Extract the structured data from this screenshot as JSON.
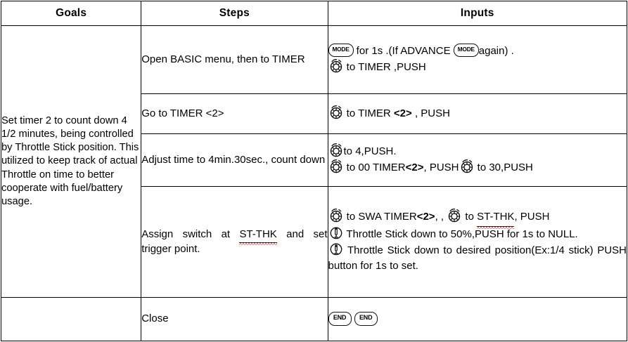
{
  "table": {
    "headers": [
      "Goals",
      "Steps",
      "Inputs"
    ],
    "goal": "  Set timer 2 to count down 4 1/2 minutes, being controlled by Throttle Stick position. This utilized to keep track of actual Throttle on time to better cooperate with fuel/battery usage.",
    "rows": [
      {
        "step": "Open BASIC menu, then to TIMER",
        "input_lines": [
          {
            "segments": [
              {
                "type": "icon",
                "name": "mode-button-icon",
                "label": "MODE"
              },
              {
                "type": "text",
                "text": "  for 1s .(If ADVANCE  "
              },
              {
                "type": "icon",
                "name": "mode-button-icon",
                "label": "MODE"
              },
              {
                "type": "text",
                "text": "again) ."
              }
            ]
          },
          {
            "segments": [
              {
                "type": "icon",
                "name": "rotary-dial-icon",
                "label": ""
              },
              {
                "type": "text",
                "text": " to TIMER ,PUSH"
              }
            ]
          }
        ]
      },
      {
        "step": "Go to TIMER <2>",
        "input_lines": [
          {
            "segments": [
              {
                "type": "icon",
                "name": "rotary-dial-icon",
                "label": ""
              },
              {
                "type": "text",
                "text": " to TIMER "
              },
              {
                "type": "bold",
                "text": "<2>"
              },
              {
                "type": "text",
                "text": " ,   PUSH"
              }
            ]
          }
        ]
      },
      {
        "step": "Adjust time to 4min.30sec., count down",
        "input_lines": [
          {
            "segments": [
              {
                "type": "icon",
                "name": "rotary-dial-icon",
                "label": ""
              },
              {
                "type": "text",
                "text": "to 4,PUSH."
              }
            ]
          },
          {
            "segments": [
              {
                "type": "icon",
                "name": "rotary-dial-icon",
                "label": ""
              },
              {
                "type": "text",
                "text": " to 00 TIMER"
              },
              {
                "type": "bold",
                "text": "<2>"
              },
              {
                "type": "text",
                "text": ",   PUSH"
              },
              {
                "type": "icon",
                "name": "rotary-dial-icon",
                "label": ""
              },
              {
                "type": "text",
                "text": " to 30,PUSH"
              }
            ]
          }
        ]
      },
      {
        "step_prefix": "Assign switch at ",
        "step_spell": "ST-THK",
        "step_suffix": " and set trigger point.",
        "input_lines": [
          {
            "segments": [
              {
                "type": "icon",
                "name": "rotary-dial-icon",
                "label": ""
              },
              {
                "type": "text",
                "text": "  to SWA TIMER"
              },
              {
                "type": "bold",
                "text": "<2>"
              },
              {
                "type": "text",
                "text": ",  ,  "
              },
              {
                "type": "icon",
                "name": "rotary-dial-icon",
                "label": ""
              },
              {
                "type": "text",
                "text": " to "
              },
              {
                "type": "spell",
                "text": "ST-THK"
              },
              {
                "type": "text",
                "text": ",  PUSH"
              }
            ]
          },
          {
            "wrap": true,
            "segments": [
              {
                "type": "icon",
                "name": "throttle-stick-icon",
                "label": ""
              },
              {
                "type": "text",
                "text": " Throttle  Stick  down  to  50%,PUSH  for  1s  to NULL."
              }
            ]
          },
          {
            "wrap": true,
            "segments": [
              {
                "type": "icon",
                "name": "throttle-stick-down-icon",
                "label": ""
              },
              {
                "type": "text",
                "text": "  Throttle Stick down to desired position(Ex:1/4 stick) PUSH button for 1s to set."
              }
            ]
          }
        ]
      },
      {
        "step": "Close",
        "input_lines": [
          {
            "segments": [
              {
                "type": "icon",
                "name": "end-button-icon",
                "label": "END"
              },
              {
                "type": "text",
                "text": "  "
              },
              {
                "type": "icon",
                "name": "end-button-icon",
                "label": "END"
              }
            ]
          }
        ]
      }
    ]
  },
  "colors": {
    "border": "#000000",
    "text": "#000000",
    "spellcheck_underline": "#e01b1b",
    "background": "#ffffff"
  }
}
